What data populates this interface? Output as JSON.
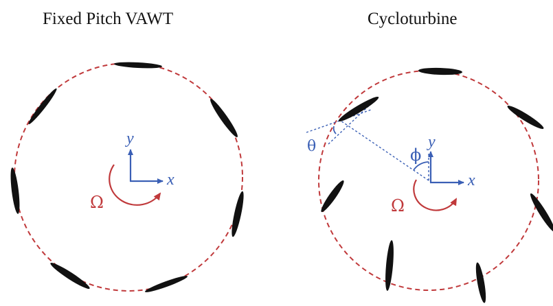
{
  "titles": {
    "left": "Fixed Pitch VAWT",
    "right": "Cycloturbine"
  },
  "symbols": {
    "x_axis": "x",
    "y_axis": "y",
    "omega": "Ω",
    "theta": "θ",
    "phi": "ϕ"
  },
  "colors": {
    "circle": "#c0393b",
    "axes": "#3a5fb5",
    "blade": "#111111",
    "text": "#111111"
  }
}
